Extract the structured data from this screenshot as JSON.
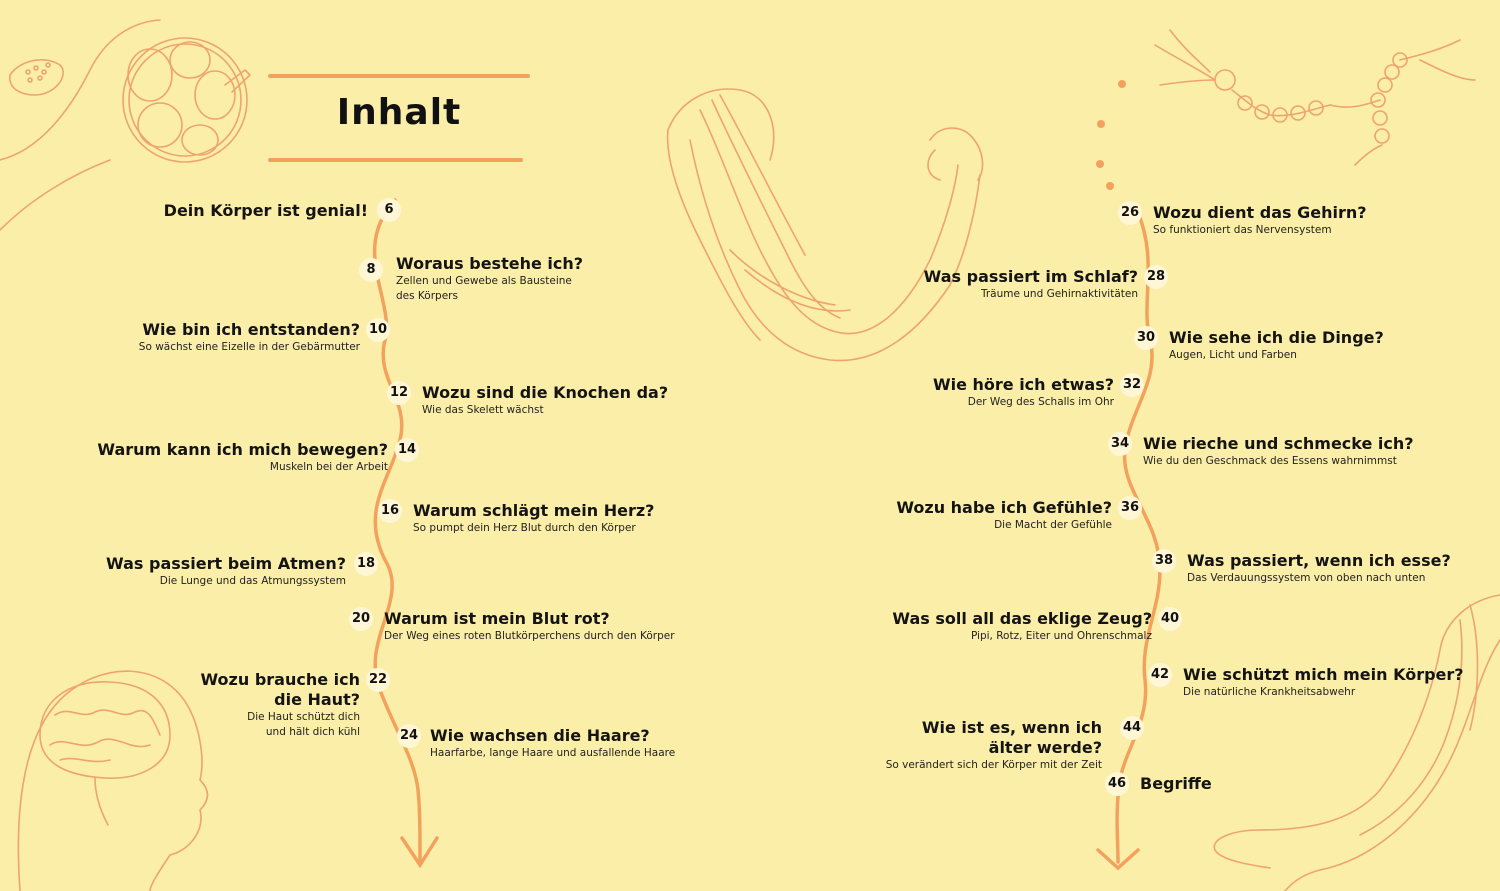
{
  "title": "Inhalt",
  "entries": [
    {
      "page": "6",
      "question": "Dein Körper ist genial!",
      "subtitle": ""
    },
    {
      "page": "8",
      "question": "Woraus bestehe ich?",
      "subtitle": "Zellen und Gewebe als Bausteine",
      "subtitle2": "des Körpers"
    },
    {
      "page": "10",
      "question": "Wie bin ich entstanden?",
      "subtitle": "So wächst eine Eizelle in der Gebärmutter"
    },
    {
      "page": "12",
      "question": "Wozu sind die Knochen da?",
      "subtitle": "Wie das Skelett wächst"
    },
    {
      "page": "14",
      "question": "Warum kann ich mich bewegen?",
      "subtitle": "Muskeln bei der Arbeit"
    },
    {
      "page": "16",
      "question": "Warum schlägt mein Herz?",
      "subtitle": "So pumpt dein Herz Blut durch den Körper"
    },
    {
      "page": "18",
      "question": "Was passiert beim Atmen?",
      "subtitle": "Die Lunge und das Atmungssystem"
    },
    {
      "page": "20",
      "question": "Warum ist mein Blut rot?",
      "subtitle": "Der Weg eines roten Blutkörperchens durch den Körper"
    },
    {
      "page": "22",
      "question": "Wozu brauche ich",
      "question2": "die Haut?",
      "subtitle": "Die Haut schützt dich",
      "subtitle2": "und hält dich kühl"
    },
    {
      "page": "24",
      "question": "Wie wachsen die Haare?",
      "subtitle": "Haarfarbe, lange Haare und ausfallende Haare"
    },
    {
      "page": "26",
      "question": "Wozu dient das Gehirn?",
      "subtitle": "So funktioniert das Nervensystem"
    },
    {
      "page": "28",
      "question": "Was passiert im Schlaf?",
      "subtitle": "Träume und Gehirnaktivitäten"
    },
    {
      "page": "30",
      "question": "Wie sehe ich die Dinge?",
      "subtitle": "Augen, Licht und Farben"
    },
    {
      "page": "32",
      "question": "Wie höre ich etwas?",
      "subtitle": "Der Weg des Schalls im Ohr"
    },
    {
      "page": "34",
      "question": "Wie rieche und schmecke ich?",
      "subtitle": "Wie du den Geschmack des Essens wahrnimmst"
    },
    {
      "page": "36",
      "question": "Wozu habe ich Gefühle?",
      "subtitle": "Die Macht der Gefühle"
    },
    {
      "page": "38",
      "question": "Was passiert, wenn ich esse?",
      "subtitle": "Das Verdauungssystem von oben nach unten"
    },
    {
      "page": "40",
      "question": "Was soll all das eklige Zeug?",
      "subtitle": "Pipi, Rotz, Eiter und Ohrenschmalz"
    },
    {
      "page": "42",
      "question": "Wie schützt mich mein Körper?",
      "subtitle": "Die natürliche Krankheitsabwehr"
    },
    {
      "page": "44",
      "question": "Wie ist es, wenn ich",
      "question2": "älter werde?",
      "subtitle": "So verändert sich der Körper mit der Zeit"
    },
    {
      "page": "46",
      "question": "Begriffe",
      "subtitle": ""
    }
  ],
  "colors": {
    "background": "#fbeea8",
    "accent": "#f3a25e",
    "line_art": "#eea46e"
  },
  "illustrations": [
    "cell-illustration",
    "arm-muscle-illustration",
    "neuron-illustration",
    "brain-head-illustration",
    "arm-veins-illustration"
  ]
}
